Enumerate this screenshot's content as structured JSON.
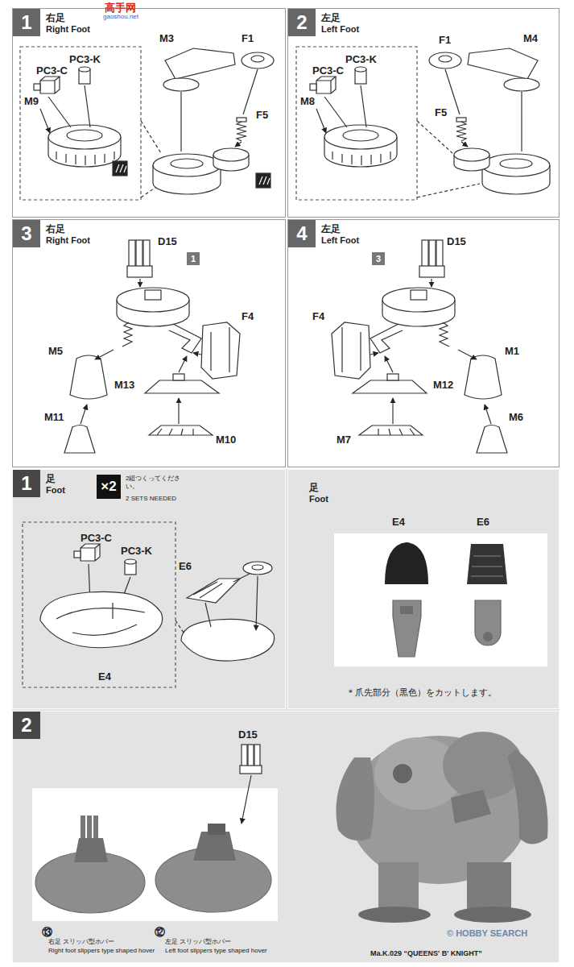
{
  "diagram": {
    "nodes": [
      {
        "text": [
          "1",
          "右足",
          "Right Foot"
        ]
      },
      {
        "text": [
          "2",
          "左足",
          "Left Foot"
        ]
      },
      {
        "text": [
          "3",
          "右足",
          "Right Foot"
        ]
      },
      {
        "text": [
          "4",
          "左足",
          "Left Foot"
        ]
      },
      {
        "text": [
          "1",
          "足",
          "Foot"
        ]
      },
      {
        "text": [
          "足",
          "Foot"
        ]
      },
      {
        "text": [
          "2"
        ]
      }
    ],
    "labels": [
      "高手网",
      "gaoshou.net",
      "M3",
      "F1",
      "PC3-K",
      "PC3-C",
      "M9",
      "F5",
      "F1",
      "M4",
      "PC3-K",
      "PC3-C",
      "F5",
      "M8",
      "D15",
      "1",
      "F4",
      "M5",
      "M13",
      "M11",
      "M10",
      "D15",
      "3",
      "F4",
      "M1",
      "M12",
      "M7",
      "M6",
      "×2",
      "2組つくってください。",
      "2 SETS NEEDED",
      "PC3-C",
      "PC3-K",
      "E6",
      "E4",
      "E4",
      "E6",
      "＊爪先部分（黒色）をカットします。",
      "D15",
      "⑬",
      "⑫",
      "右足 スリッパ型ホバー",
      "Right foot slippers type shaped hover",
      "左足 スリッパ型ホバー",
      "Left foot slippers type shaped hover",
      "Ma.K.029 “QUEENS' B' KNIGHT”",
      "© HOBBY SEARCH"
    ]
  }
}
